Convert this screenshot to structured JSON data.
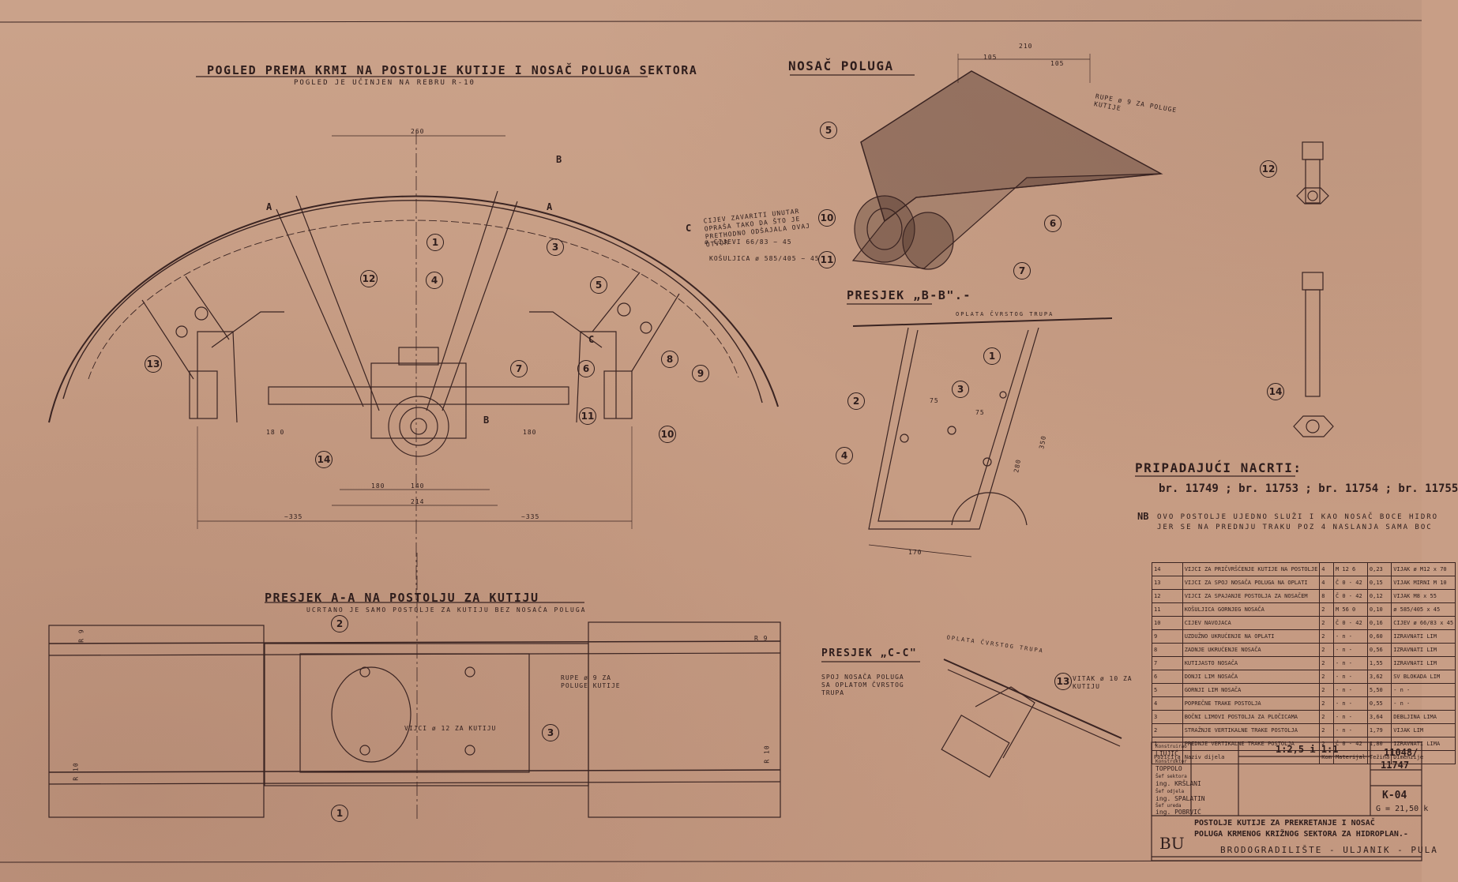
{
  "views": {
    "main_title": "POGLED PREMA KRMI NA POSTOLJE KUTIJE I NOSAČ POLUGA SEKTORA",
    "main_subtitle": "POGLED JE UČINJEN NA REBRU R-10",
    "bracket_title": "NOSAČ POLUGA",
    "section_bb_title": "PRESJEK „B-B\".-",
    "section_bb_note": "OPLATA ČVRSTOG TRUPA",
    "section_aa_title": "PRESJEK A-A NA POSTOLJU ZA KUTIJU",
    "section_aa_subtitle": "UCRTANO JE SAMO POSTOLJE ZA KUTIJU BEZ NOSAČA POLUGA",
    "section_cc_title": "PRESJEK „C-C\"",
    "section_cc_hull": "OPLATA ČVRSTOG TRUPA",
    "section_cc_note": "SPOJ NOSAČA POLUGA SA OPLATOM ČVRSTOG TRUPA"
  },
  "notes": {
    "tube_note": "CIJEV ZAVARITI UNUTAR OPRAŠA TAKO DA ŠTO JE PRETHODNO ODŠAJALA OVAJ OTVOR",
    "tube_dims": "ø CIJEVI 66/83 ~ 45",
    "bushing_dims": "KOŠULJICA ø 585/405 ~ 45",
    "hole_note": "RUPE ø 9 ZA POLUGE KUTIJE",
    "hole_note2": "RUPE ø 9 ZA POLUGE KUTIJE",
    "bolt_note": "VIJCI ø 12 ZA KUTIJU",
    "weld_note": "VITAK ø 10 ZA KUTIJU"
  },
  "dims": {
    "d260": "260",
    "d210": "210",
    "d105a": "105",
    "d105b": "105",
    "d335a": "~335",
    "d335b": "~335",
    "d214": "214",
    "d180": "180",
    "d140": "140",
    "d180l": "18 0",
    "d180r": "180",
    "d75a": "75",
    "d75b": "75",
    "d280": "280",
    "d350": "350",
    "d170": "170",
    "r9a": "R 9",
    "r9b": "R 9",
    "r10a": "R 10",
    "r10b": "R 10"
  },
  "section_marks": {
    "a_left": "A",
    "a_right": "A",
    "b_top": "B",
    "b_bottom": "B",
    "c_mark": "C",
    "c_mark2": "C"
  },
  "bubbles": {
    "b1": "1",
    "b2": "2",
    "b3": "3",
    "b4": "4",
    "b5": "5",
    "b6": "6",
    "b7": "7",
    "b8": "8",
    "b9": "9",
    "b10": "10",
    "b11": "11",
    "b12": "12",
    "b13": "13",
    "b14": "14",
    "br5": "5",
    "br6": "6",
    "br7": "7",
    "br10": "10",
    "br11": "11",
    "bb1": "1",
    "bb2": "2",
    "bb3": "3",
    "bb4": "4",
    "aa1": "1",
    "aa2": "2",
    "aa3": "3",
    "cc13": "13",
    "d12": "12",
    "d14": "14"
  },
  "related": {
    "heading": "PRIPADAJUĆI NACRTI:",
    "list": "br. 11749 ; br. 11753 ; br. 11754 ; br. 11755",
    "nb_label": "NB",
    "nb_text1": "OVO POSTOLJE UJEDNO SLUŽI I KAO NOSAČ BOCE HIDRO",
    "nb_text2": "JER SE NA PREDNJU TRAKU POZ 4 NASLANJA SAMA BOC"
  },
  "bom": {
    "rows": [
      {
        "pos": "14",
        "name": "VIJCI ZA PRIČVRŠĆENJE KUTIJE NA POSTOLJE",
        "qty": "4",
        "mat": "M 12 6",
        "weight": "0,23",
        "dim": "VIJAK ø M12 x 70"
      },
      {
        "pos": "13",
        "name": "VIJCI ZA SPOJ NOSAČA POLUGA NA OPLATI",
        "qty": "4",
        "mat": "Č 0 - 42",
        "weight": "0,15",
        "dim": "VIJAK MIRNI M 10"
      },
      {
        "pos": "12",
        "name": "VIJCI ZA SPAJANJE POSTOLJA ZA NOSAČEM",
        "qty": "8",
        "mat": "Č 0 - 42",
        "weight": "0,12",
        "dim": "VIJAK M8 x 55"
      },
      {
        "pos": "11",
        "name": "KOŠULJICA GORNJEG NOSAČA",
        "qty": "2",
        "mat": "M 56 0",
        "weight": "0,10",
        "dim": "ø 585/405 x 45"
      },
      {
        "pos": "10",
        "name": "CIJEV NAVOJACA",
        "qty": "2",
        "mat": "Č 0 - 42",
        "weight": "0,16",
        "dim": "CIJEV ø 66/83 x 45"
      },
      {
        "pos": "9",
        "name": "UZDUŽNO UKRUĆENJE NA OPLATI",
        "qty": "2",
        "mat": "- n -",
        "weight": "0,60",
        "dim": "IZRAVNATI LIM"
      },
      {
        "pos": "8",
        "name": "ZADNJE UKRUĆENJE NOSAČA",
        "qty": "2",
        "mat": "- n -",
        "weight": "0,56",
        "dim": "IZRAVNATI LIM"
      },
      {
        "pos": "7",
        "name": "KUTIJASTO NOSAČA",
        "qty": "2",
        "mat": "- n -",
        "weight": "1,55",
        "dim": "IZRAVNATI LIM"
      },
      {
        "pos": "6",
        "name": "DONJI LIM NOSAČA",
        "qty": "2",
        "mat": "- n -",
        "weight": "3,62",
        "dim": "SV BLOKADA LIM"
      },
      {
        "pos": "5",
        "name": "GORNJI LIM NOSAČA",
        "qty": "2",
        "mat": "- n -",
        "weight": "5,50",
        "dim": "- n -"
      },
      {
        "pos": "4",
        "name": "POPREČNE TRAKE POSTOLJA",
        "qty": "2",
        "mat": "- n -",
        "weight": "0,55",
        "dim": "- n -"
      },
      {
        "pos": "3",
        "name": "BOČNI LIMOVI POSTOLJA ZA PLOČICAMA",
        "qty": "2",
        "mat": "- n -",
        "weight": "3,64",
        "dim": "DEBLJINA LIMA"
      },
      {
        "pos": "2",
        "name": "STRAŽNJE VERTIKALNE TRAKE POSTOLJA",
        "qty": "2",
        "mat": "- n -",
        "weight": "1,79",
        "dim": "VIJAK LIM"
      },
      {
        "pos": "1",
        "name": "PREDNJE VERTIKALNE TRAKE POSTOLJA",
        "qty": "2",
        "mat": "Č 0 - 42",
        "weight": "1,80",
        "dim": "IZRAVNATI LIMA"
      }
    ],
    "header": {
      "pos": "Pozicija",
      "name": "Naziv dijela",
      "qty": "Kom",
      "mat": "Materijal",
      "weight": "Težina",
      "dim": "Dimenzije"
    }
  },
  "title_block": {
    "scale": "1:2,5 i 1:1",
    "drawing_no": "11747",
    "ref_no": "11048/",
    "sheet_code": "K-04",
    "weight": "G = 21,50 k",
    "drawn_label": "Konstruirao",
    "drawn_name": "LIUJIĆ",
    "designer_label": "Konstruktor",
    "designer_name": "TOPPOLO",
    "checked_label": "Šef sektora",
    "checked_name": "ing. KRŠLANI",
    "approved_label": "Šef odjela",
    "approved_name": "ing. SPALATIN",
    "director_label": "Šef ureda",
    "director_name": "ing. POBRVIĆ",
    "title_line1": "POSTOLJE KUTIJE ZA PREKRETANJE I NOSAČ",
    "title_line2": "POLUGA KRMENOG KRIŽNOG SEKTORA ZA HIDROPLAN.-",
    "logo": "BU",
    "company": "BRODOGRADILIŠTE - ULJANIK - PULA"
  }
}
